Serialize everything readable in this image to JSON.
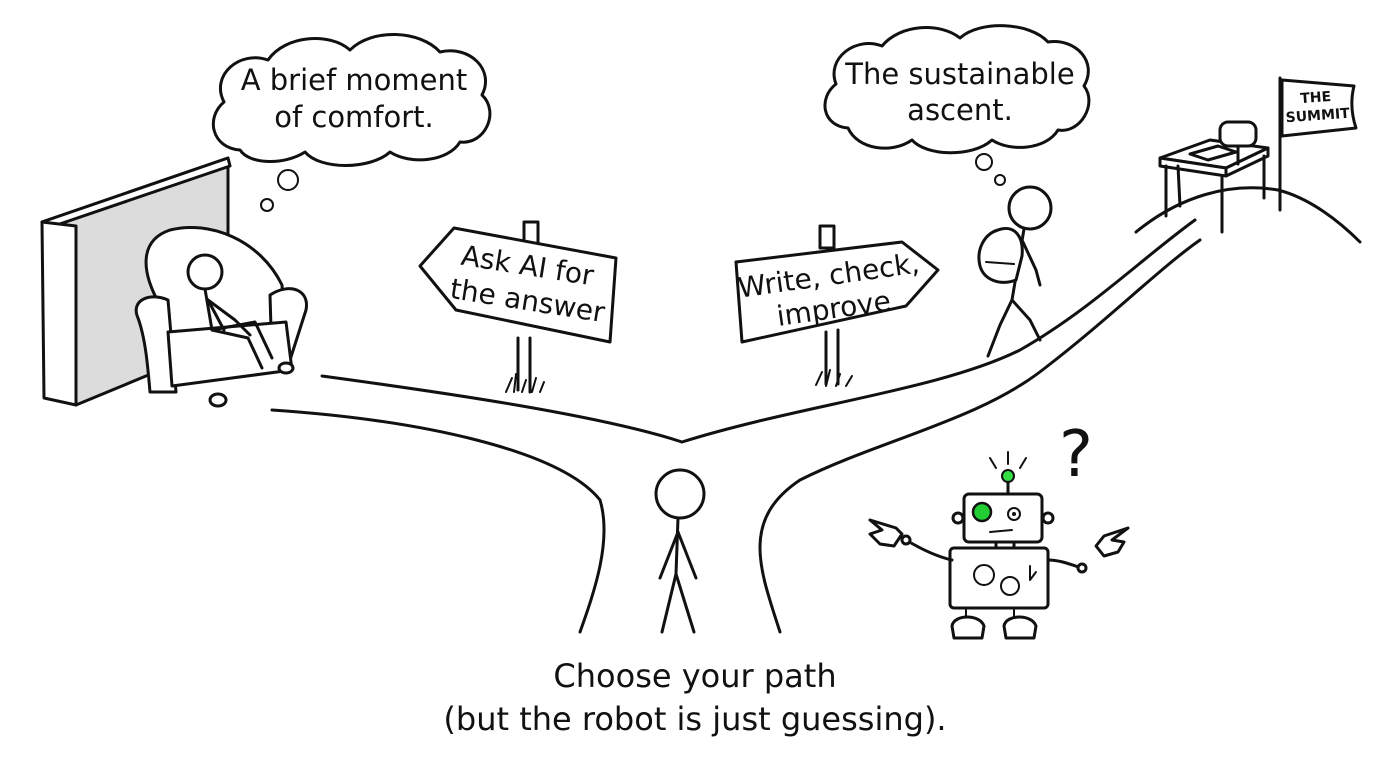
{
  "bubbles": {
    "comfort": {
      "line1": "A brief moment",
      "line2": "of comfort."
    },
    "ascent": {
      "line1": "The sustainable",
      "line2": "ascent."
    }
  },
  "signs": {
    "left": {
      "line1": "Ask AI for",
      "line2": "the answer"
    },
    "right": {
      "line1": "Write, check,",
      "line2": "improve"
    }
  },
  "flag": {
    "line1": "THE",
    "line2": "SUMMIT"
  },
  "robot": {
    "question": "?",
    "eye_color": "#22cc33",
    "antenna_color": "#33dd44"
  },
  "caption": {
    "line1": "Choose your path",
    "line2": "(but the robot is just guessing)."
  }
}
